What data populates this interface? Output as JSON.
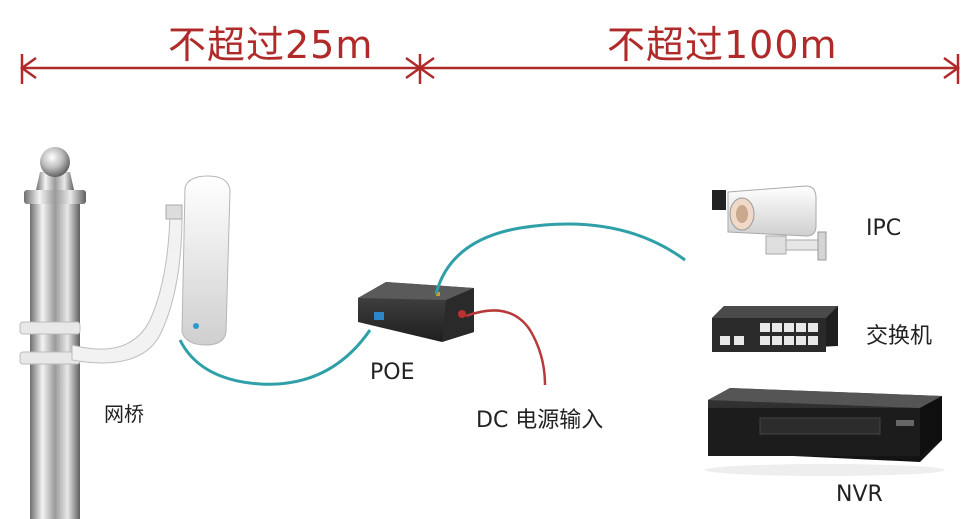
{
  "distance_left": "不超过25m",
  "distance_right": "不超过100m",
  "labels": {
    "bridge": "网桥",
    "poe": "POE",
    "dc": "DC 电源输入",
    "ipc": "IPC",
    "switch": "交换机",
    "nvr": "NVR"
  },
  "colors": {
    "dimension_line": "#b02a2a",
    "network_cable": "#2fa0a8",
    "power_cable": "#b83a3a"
  }
}
